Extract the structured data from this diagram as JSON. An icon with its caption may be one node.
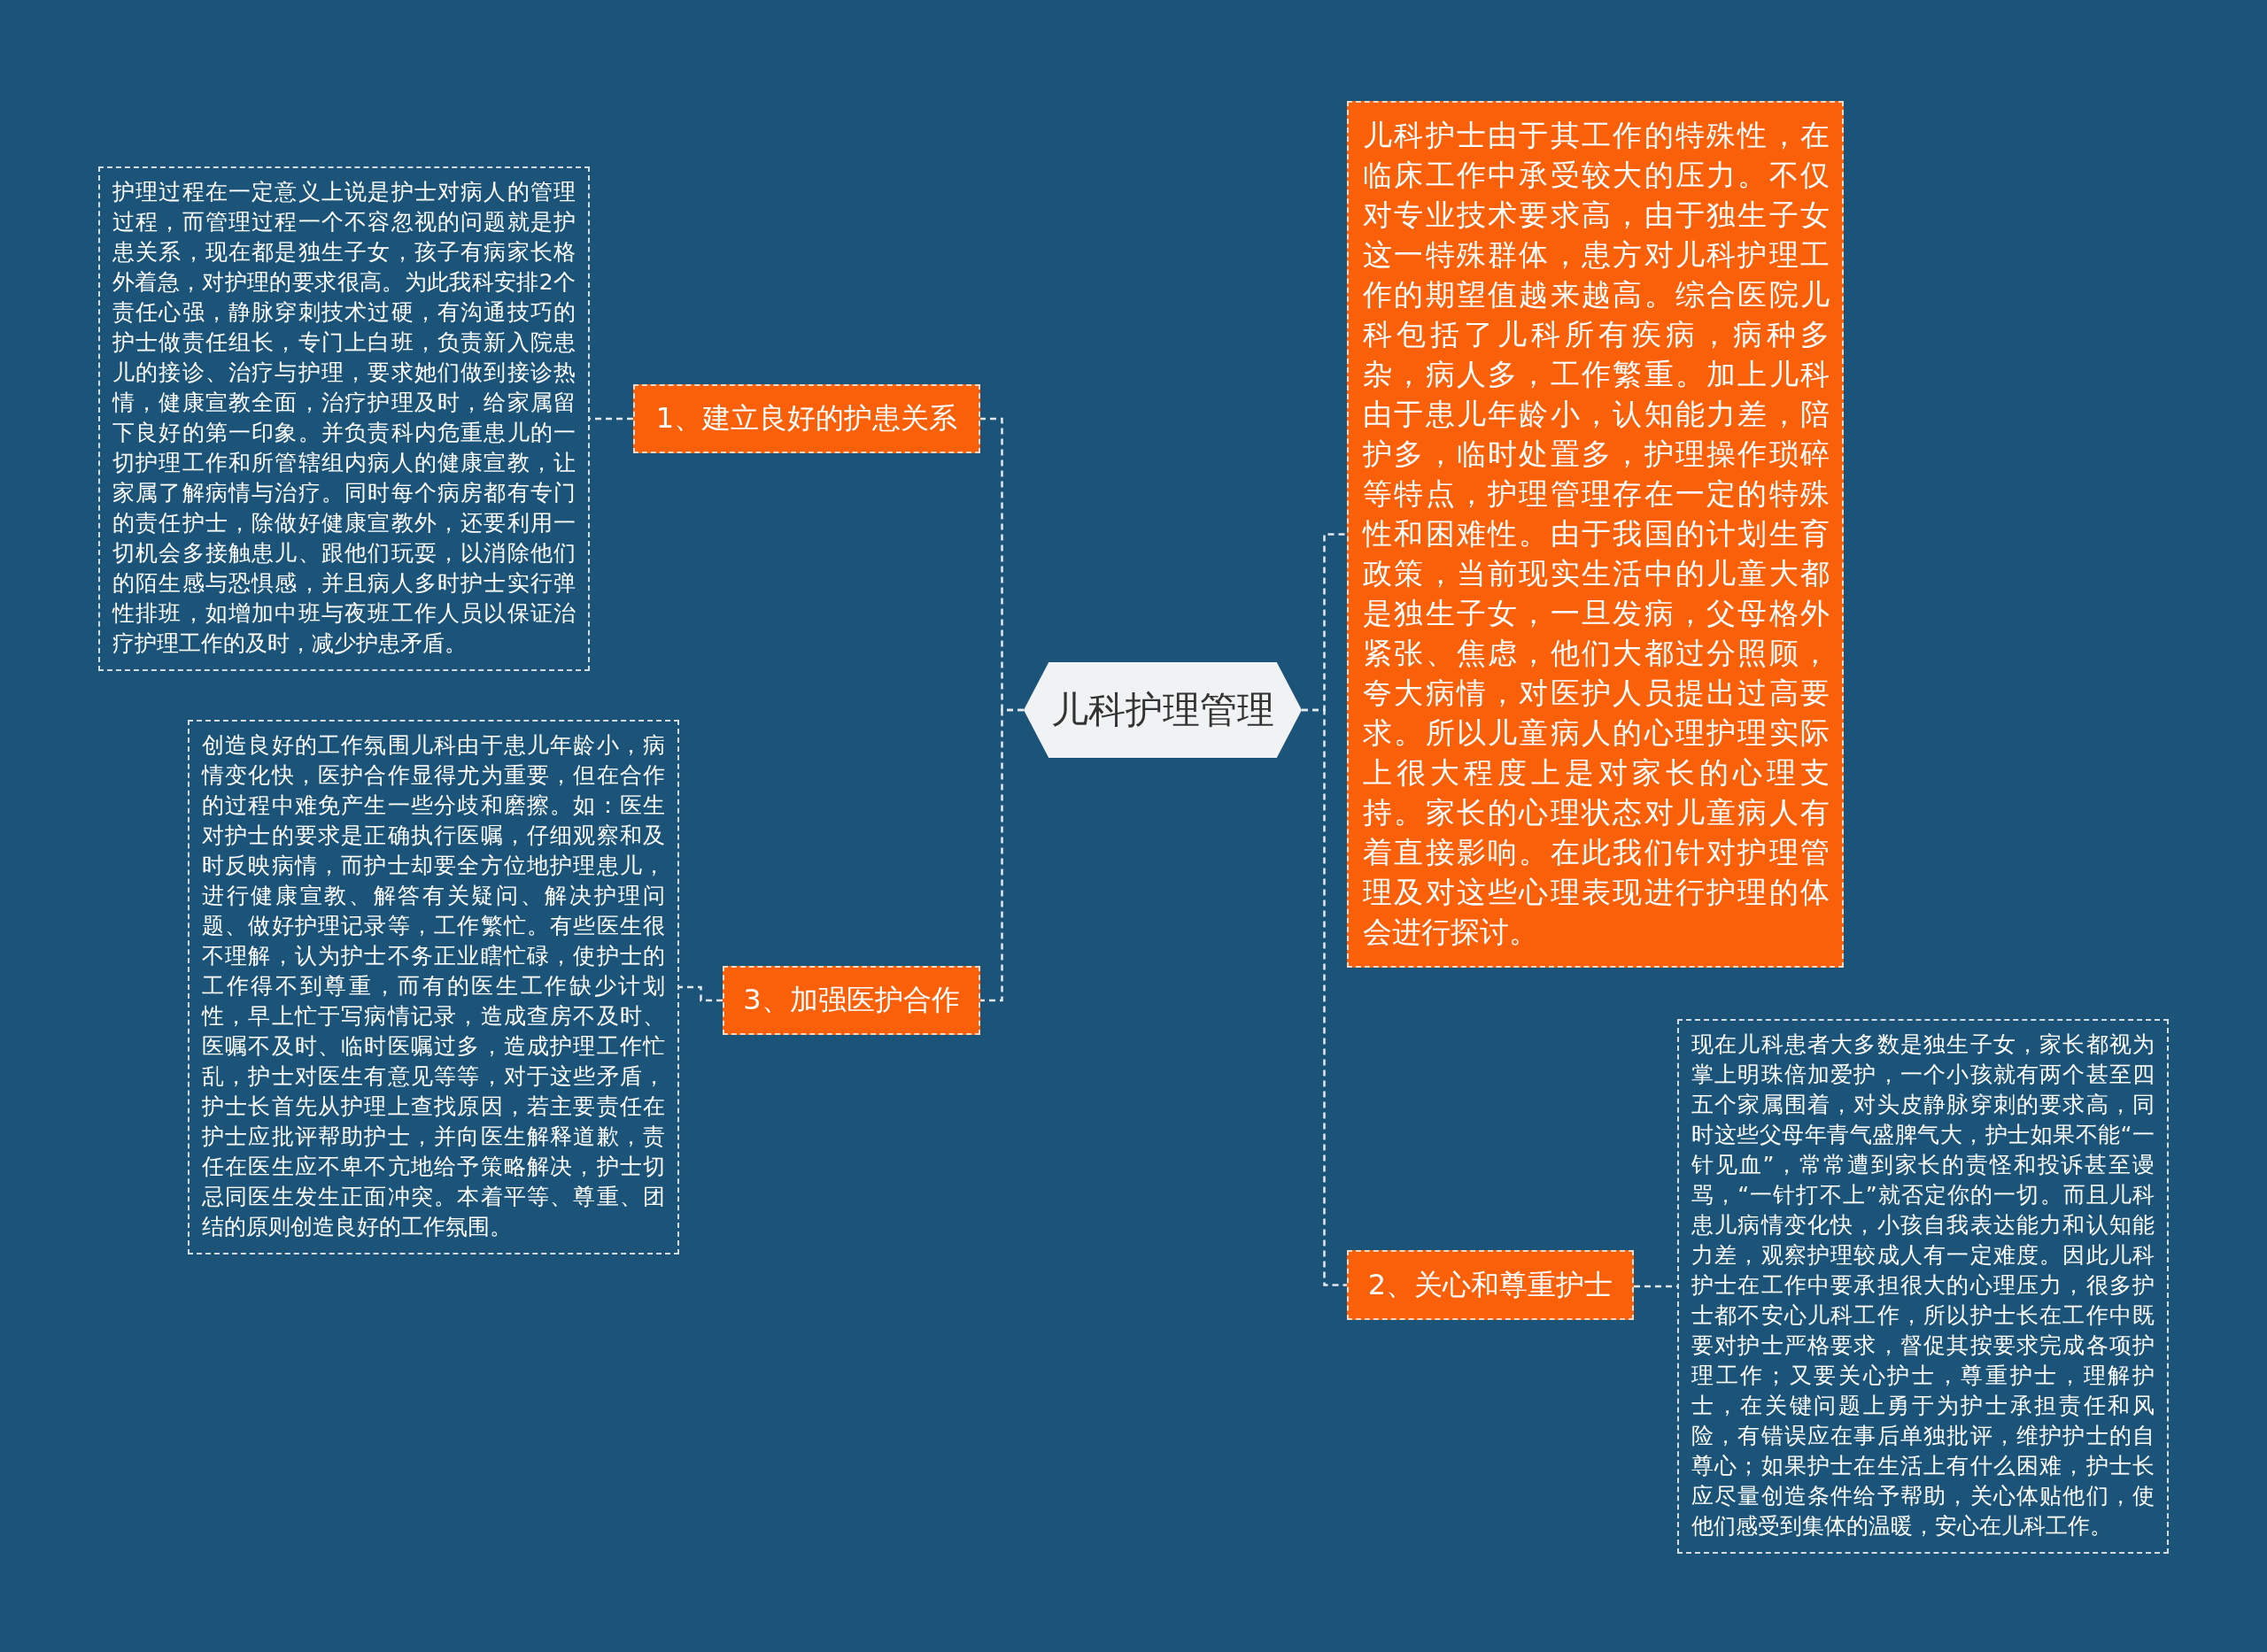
{
  "diagram": {
    "nodes": [
      {
        "text": [
          "儿科护理管理"
        ]
      },
      {
        "text": [
          "1、建立良好的护患关系"
        ]
      },
      {
        "text": [
          "护理过程在一定意义上说是护士对病人的管理过程，而管理过程一个不容忽视的问题就是护患关系，现在都是独生子女，孩子有病家长格外着急，对护理的要求很高。为此我科安排2个责任心强，静脉穿刺技术过硬，有沟通技巧的护士做责任组长，专门上白班，负责新入院患儿的接诊、治疗与护理，要求她们做到接诊热情，健康宣教全面，治疗护理及时，给家属留下良好的第一印象。并负责科内危重患儿的一切护理工作和所管辖组内病人的健康宣教，让家属了解病情与治疗。同时每个病房都有专门的责任护士，除做好健康宣教外，还要利用一切机会多接触患儿、跟他们玩耍，以消除他们的陌生感与恐惧感，并且病人多时护士实行弹性排班，如增加中班与夜班工作人员以保证治疗护理工作的及时，减少护患矛盾。"
        ]
      },
      {
        "text": [
          "3、加强医护合作"
        ]
      },
      {
        "text": [
          "创造良好的工作氛围儿科由于患儿年龄小，病情变化快，医护合作显得尤为重要，但在合作的过程中难免产生一些分歧和磨擦。如：医生对护士的要求是正确执行医嘱，仔细观察和及时反映病情，而护士却要全方位地护理患儿，进行健康宣教、解答有关疑问、解决护理问题、做好护理记录等，工作繁忙。有些医生很不理解，认为护士不务正业瞎忙碌，使护士的工作得不到尊重，而有的医生工作缺少计划性，早上忙于写病情记录，造成查房不及时、医嘱不及时、临时医嘱过多，造成护理工作忙乱，护士对医生有意见等等，对于这些矛盾，护士长首先从护理上查找原因，若主要责任在护士应批评帮助护士，并向医生解释道歉，责任在医生应不卑不亢地给予策略解决，护士切忌同医生发生正面冲突。本着平等、尊重、团结的原则创造良好的工作氛围。"
        ]
      },
      {
        "text": [
          "儿科护士由于其工作的特殊性，在临床工作中承受较大的压力。不仅对专业技术要求高，由于独生子女这一特殊群体，患方对儿科护理工作的期望值越来越高。综合医院儿科包括了儿科所有疾病，病种多杂，病人多，工作繁重。加上儿科由于患儿年龄小，认知能力差，陪护多，临时处置多，护理操作琐碎等特点，护理管理存在一定的特殊性和困难性。由于我国的计划生育政策，当前现实生活中的儿童大都是独生子女，一旦发病，父母格外紧张、焦虑，他们大都过分照顾，夸大病情，对医护人员提出过高要求。所以儿童病人的心理护理实际上很大程度上是对家长的心理支持。家长的心理状态对儿童病人有着直接影响。在此我们针对护理管理及对这些心理表现进行护理的体会进行探讨。"
        ]
      },
      {
        "text": [
          "2、关心和尊重护士"
        ]
      },
      {
        "text": [
          "现在儿科患者大多数是独生子女，家长都视为掌上明珠倍加爱护，一个小孩就有两个甚至四五个家属围着，对头皮静脉穿刺的要求高，同时这些父母年青气盛脾气大，护士如果不能“一针见血”，常常遭到家长的责怪和投诉甚至谩骂，“一针打不上”就否定你的一切。而且儿科患儿病情变化快，小孩自我表达能力和认知能力差，观察护理较成人有一定难度。因此儿科护士在工作中要承担很大的心理压力，很多护士都不安心儿科工作，所以护士长在工作中既要对护士严格要求，督促其按要求完成各项护理工作；又要关心护士，尊重护士，理解护士，在关键问题上勇于为护士承担责任和风险，有错误应在事后单独批评，维护护士的自尊心；如果护士在生活上有什么困难，护士长应尽量创造条件给予帮助，关心体贴他们，使他们感受到集体的温暖，安心在儿科工作。"
        ]
      }
    ],
    "edges": [
      {
        "from": 0,
        "to": 1,
        "arrow": "none"
      },
      {
        "from": 1,
        "to": 2,
        "arrow": "none"
      },
      {
        "from": 0,
        "to": 3,
        "arrow": "none"
      },
      {
        "from": 3,
        "to": 4,
        "arrow": "none"
      },
      {
        "from": 0,
        "to": 5,
        "arrow": "none"
      },
      {
        "from": 0,
        "to": 6,
        "arrow": "none"
      },
      {
        "from": 6,
        "to": 7,
        "arrow": "none"
      }
    ]
  }
}
